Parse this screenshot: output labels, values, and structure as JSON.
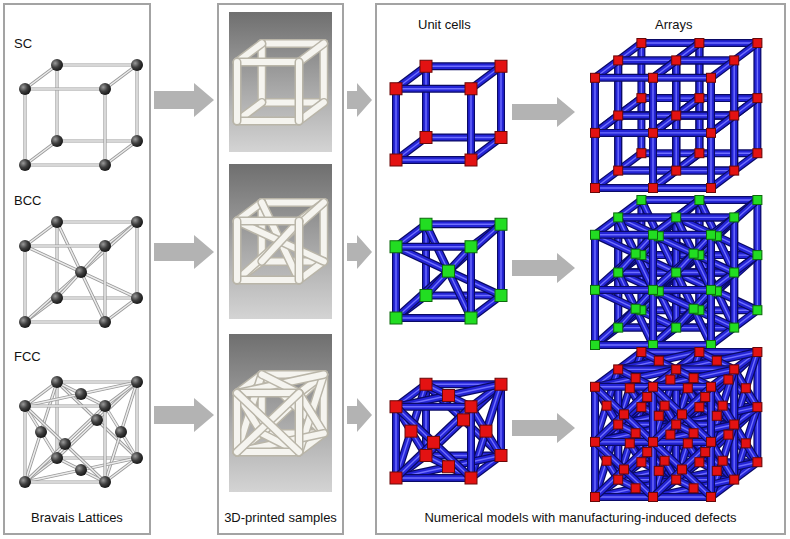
{
  "diagram": {
    "nodes": [
      {
        "text": [
          "Bravais Lattices"
        ]
      },
      {
        "text": [
          "3D-printed samples"
        ]
      },
      {
        "text": [
          "Numerical models with manufacturing-induced defects"
        ]
      }
    ],
    "edges": [
      {
        "from": 0,
        "to": 1,
        "arrow": "to"
      },
      {
        "from": 0,
        "to": 1,
        "arrow": "to"
      },
      {
        "from": 0,
        "to": 1,
        "arrow": "to"
      },
      {
        "from": 1,
        "to": 2,
        "arrow": "to"
      },
      {
        "from": 1,
        "to": 2,
        "arrow": "to"
      },
      {
        "from": 1,
        "to": 2,
        "arrow": "to"
      }
    ],
    "labels": [
      "SC",
      "BCC",
      "FCC",
      "Unit cells",
      "Arrays"
    ]
  }
}
